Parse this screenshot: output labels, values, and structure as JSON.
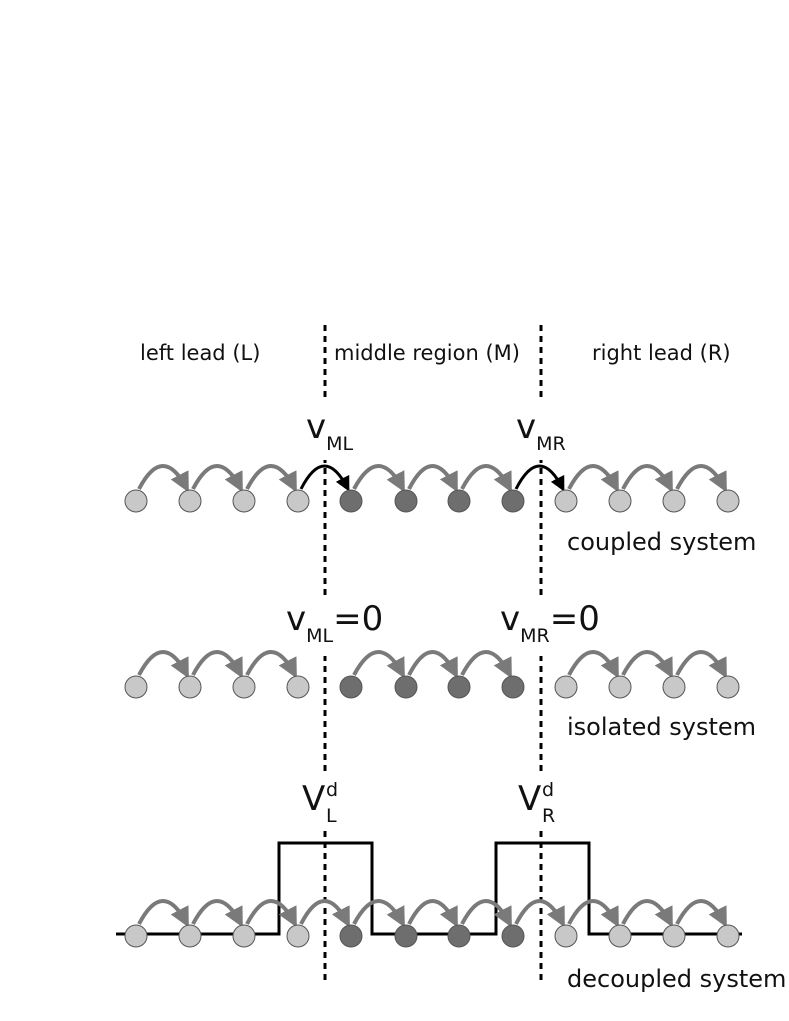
{
  "regions": {
    "left": "left lead (L)",
    "middle": "middle region (M)",
    "right": "right lead (R)"
  },
  "systems": {
    "coupled": "coupled system",
    "isolated": "isolated system",
    "decoupled": "decoupled system"
  },
  "couplings": {
    "left": {
      "symbol": "v",
      "subscript": "ML"
    },
    "right": {
      "symbol": "v",
      "subscript": "MR"
    },
    "zero_value": "=0"
  },
  "potentials": {
    "left": {
      "symbol": "V",
      "superscript": "d",
      "subscript": "L"
    },
    "right": {
      "symbol": "V",
      "superscript": "d",
      "subscript": "R"
    }
  },
  "site_counts": {
    "left_lead": 4,
    "middle": 4,
    "right_lead": 4
  },
  "colors": {
    "lead_site": "#c8c8c8",
    "middle_site": "#6e6e6e",
    "hop_arrow": "#7a7a7a",
    "coupling_arrow": "#000000",
    "boundary": "#000000"
  }
}
